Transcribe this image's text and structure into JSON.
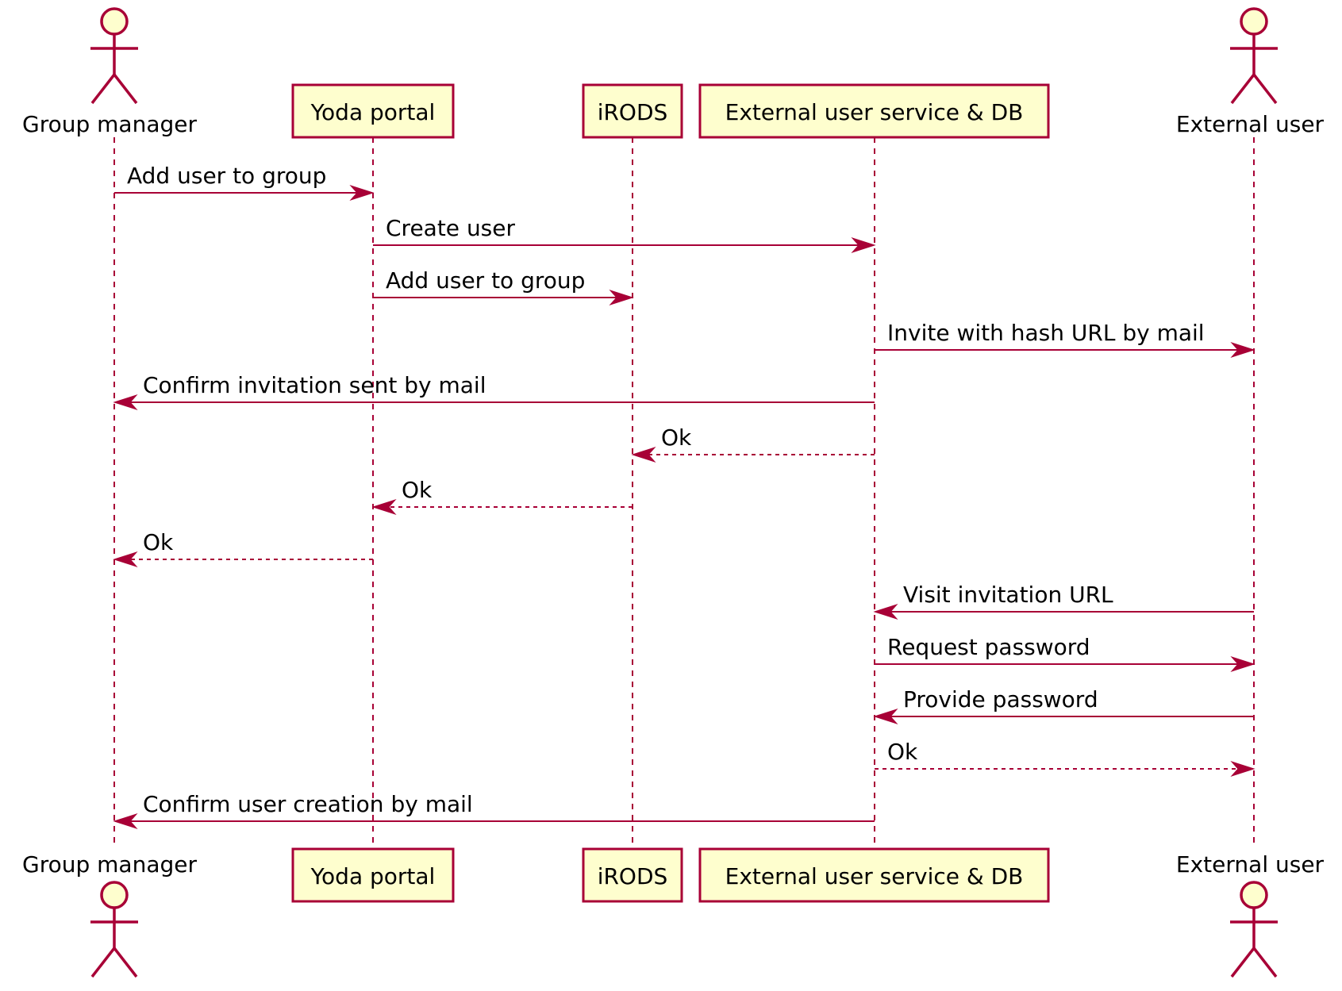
{
  "colors": {
    "line": "#A80036",
    "box_fill": "#FEFECE",
    "text": "#000000",
    "background": "#FFFFFF"
  },
  "participants": [
    {
      "id": "gm",
      "kind": "actor",
      "label": "Group manager"
    },
    {
      "id": "yoda",
      "kind": "participant",
      "label": "Yoda portal"
    },
    {
      "id": "irods",
      "kind": "participant",
      "label": "iRODS"
    },
    {
      "id": "ext_db",
      "kind": "participant",
      "label": "External user service & DB"
    },
    {
      "id": "ext_user",
      "kind": "actor",
      "label": "External user"
    }
  ],
  "messages": [
    {
      "from": "gm",
      "to": "yoda",
      "label": "Add user to group",
      "style": "solid"
    },
    {
      "from": "yoda",
      "to": "ext_db",
      "label": "Create user",
      "style": "solid"
    },
    {
      "from": "yoda",
      "to": "irods",
      "label": "Add user to group",
      "style": "solid"
    },
    {
      "from": "ext_db",
      "to": "ext_user",
      "label": "Invite with hash URL by mail",
      "style": "solid"
    },
    {
      "from": "ext_db",
      "to": "gm",
      "label": "Confirm invitation sent by mail",
      "style": "solid"
    },
    {
      "from": "ext_db",
      "to": "irods",
      "label": "Ok",
      "style": "dashed"
    },
    {
      "from": "irods",
      "to": "yoda",
      "label": "Ok",
      "style": "dashed"
    },
    {
      "from": "yoda",
      "to": "gm",
      "label": "Ok",
      "style": "dashed"
    },
    {
      "from": "ext_user",
      "to": "ext_db",
      "label": "Visit invitation URL",
      "style": "solid"
    },
    {
      "from": "ext_db",
      "to": "ext_user",
      "label": "Request password",
      "style": "solid"
    },
    {
      "from": "ext_user",
      "to": "ext_db",
      "label": "Provide password",
      "style": "solid"
    },
    {
      "from": "ext_db",
      "to": "ext_user",
      "label": "Ok",
      "style": "dashed"
    },
    {
      "from": "ext_db",
      "to": "gm",
      "label": "Confirm user creation by mail",
      "style": "solid"
    }
  ]
}
